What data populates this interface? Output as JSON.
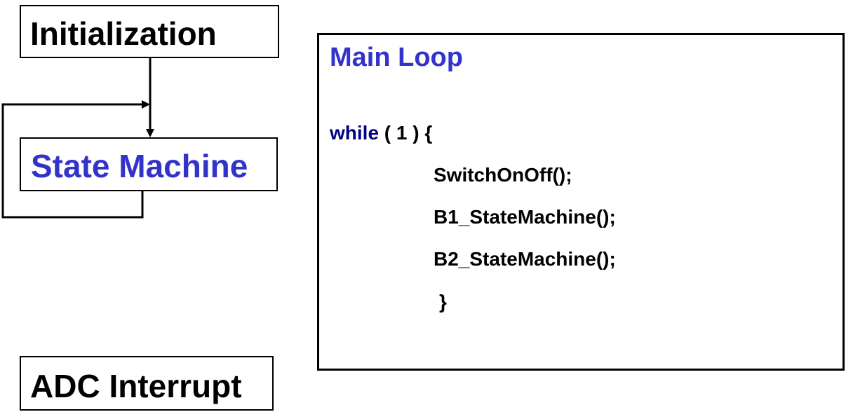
{
  "colors": {
    "accent_blue": "#3333cc",
    "keyword_navy": "#000080",
    "line": "#000000"
  },
  "blocks": {
    "initialization": "Initialization",
    "state_machine": "State Machine",
    "adc_interrupt": "ADC Interrupt"
  },
  "main_loop": {
    "title": "Main Loop",
    "code": {
      "keyword": "while",
      "condition": " ( 1 ) {",
      "lines": [
        "SwitchOnOff();",
        "B1_StateMachine();",
        "B2_StateMachine();",
        "}"
      ]
    }
  }
}
